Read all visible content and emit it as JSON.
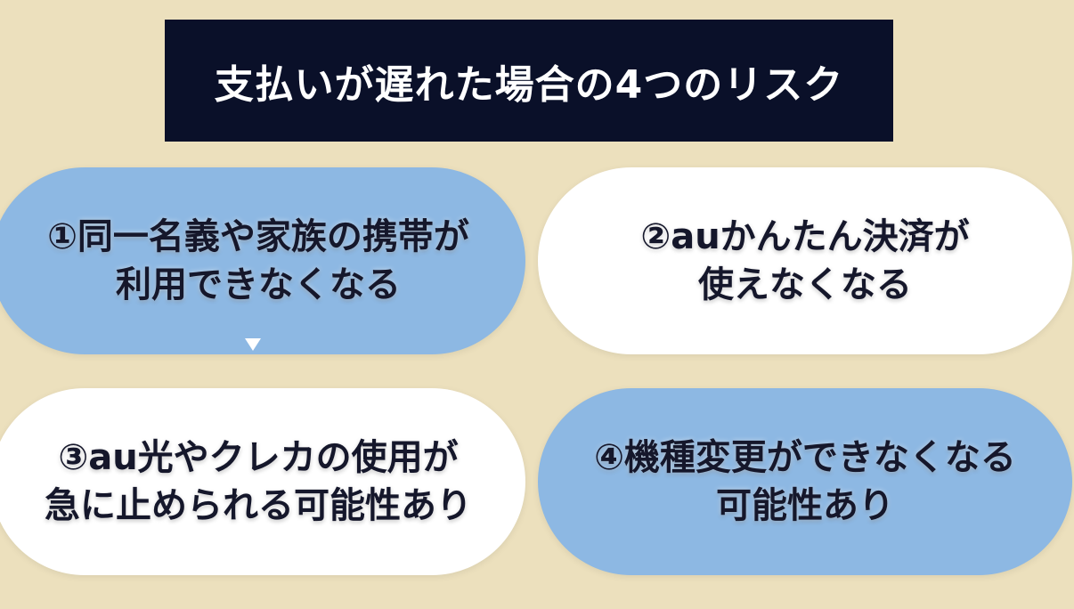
{
  "title": "支払いが遅れた場合の4つのリスク",
  "risks": [
    {
      "line1": "①同一名義や家族の携帯が",
      "line2": "利用できなくなる"
    },
    {
      "line1": "②auかんたん決済が",
      "line2": "使えなくなる"
    },
    {
      "line1": "③au光やクレカの使用が",
      "line2": "急に止められる可能性あり"
    },
    {
      "line1": "④機種変更ができなくなる",
      "line2": "可能性あり"
    }
  ],
  "colors": {
    "background": "#ece0bd",
    "title_bg": "#0a1029",
    "pill_blue": "#8db8e3",
    "pill_white": "#ffffff",
    "text_dark": "#15172b"
  },
  "icons": {
    "arrow": "triangle-down-icon"
  }
}
